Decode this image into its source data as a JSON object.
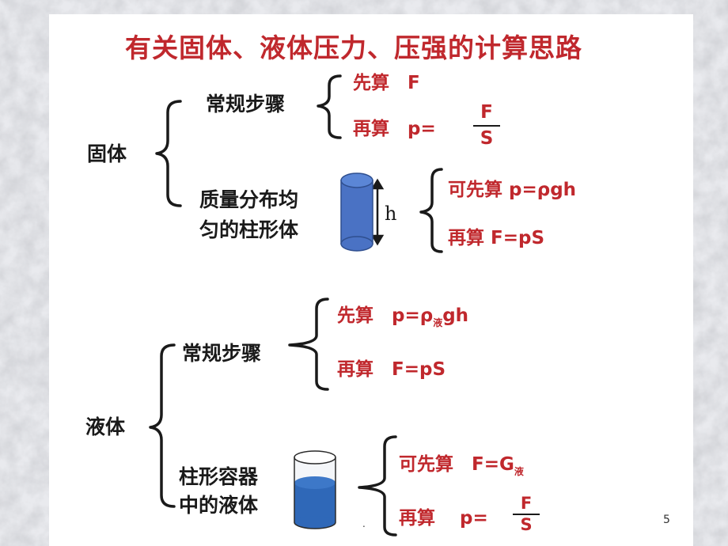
{
  "title": "有关固体、液体压力、压强的计算思路",
  "solid": {
    "label": "固体",
    "regular": {
      "label": "常规步骤",
      "step1": "先算　F",
      "step2": "再算　p=",
      "frac_num": "F",
      "frac_den": "S"
    },
    "uniform": {
      "label_line1": "质量分布均",
      "label_line2": "匀的柱形体",
      "height_label": "h",
      "step1": "可先算 p=ρgh",
      "step2": "再算 F=pS"
    }
  },
  "liquid": {
    "label": "液体",
    "regular": {
      "label": "常规步骤",
      "step1_pre": "先算　p=ρ",
      "step1_sub": "液",
      "step1_post": "gh",
      "step2": "再算　F=pS"
    },
    "column": {
      "label_line1": "柱形容器",
      "label_line2": "中的液体",
      "step1_pre": "可先算　F=G",
      "step1_sub": "液",
      "step2": "再算　 p=",
      "frac_num": "F",
      "frac_den": "S"
    }
  },
  "footer": {
    "page_number": "5",
    "dot": "."
  },
  "colors": {
    "title": "#c0282d",
    "formula": "#c0282d",
    "text": "#1a1a1a",
    "solid_cylinder": "#4a72c4",
    "liquid": "#2f68b8"
  }
}
